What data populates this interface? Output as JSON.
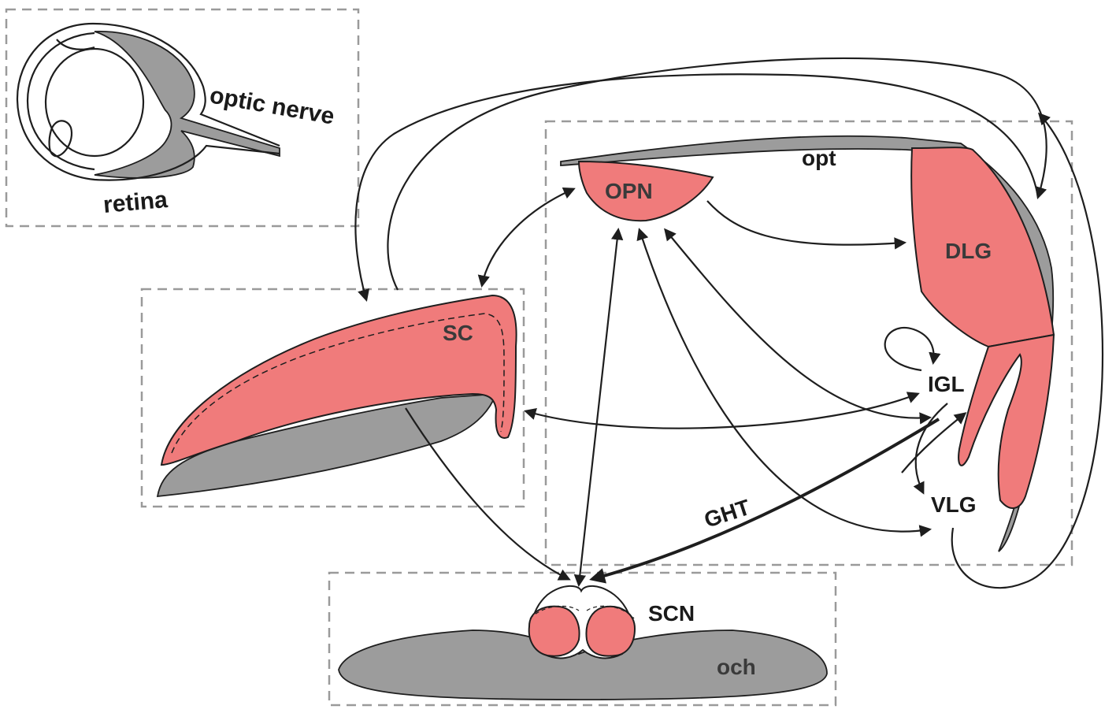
{
  "labels": {
    "optic_nerve": "optic nerve",
    "retina": "retina",
    "opt": "opt",
    "opn": "OPN",
    "dlg": "DLG",
    "sc": "SC",
    "igl": "IGL",
    "vlg": "VLG",
    "ght": "GHT",
    "scn": "SCN",
    "och": "och"
  },
  "colors": {
    "nucleus_fill": "#f07b7b",
    "tract_fill": "#9c9c9c",
    "box_stroke": "#9a9a9a",
    "line": "#1e1e1e"
  }
}
